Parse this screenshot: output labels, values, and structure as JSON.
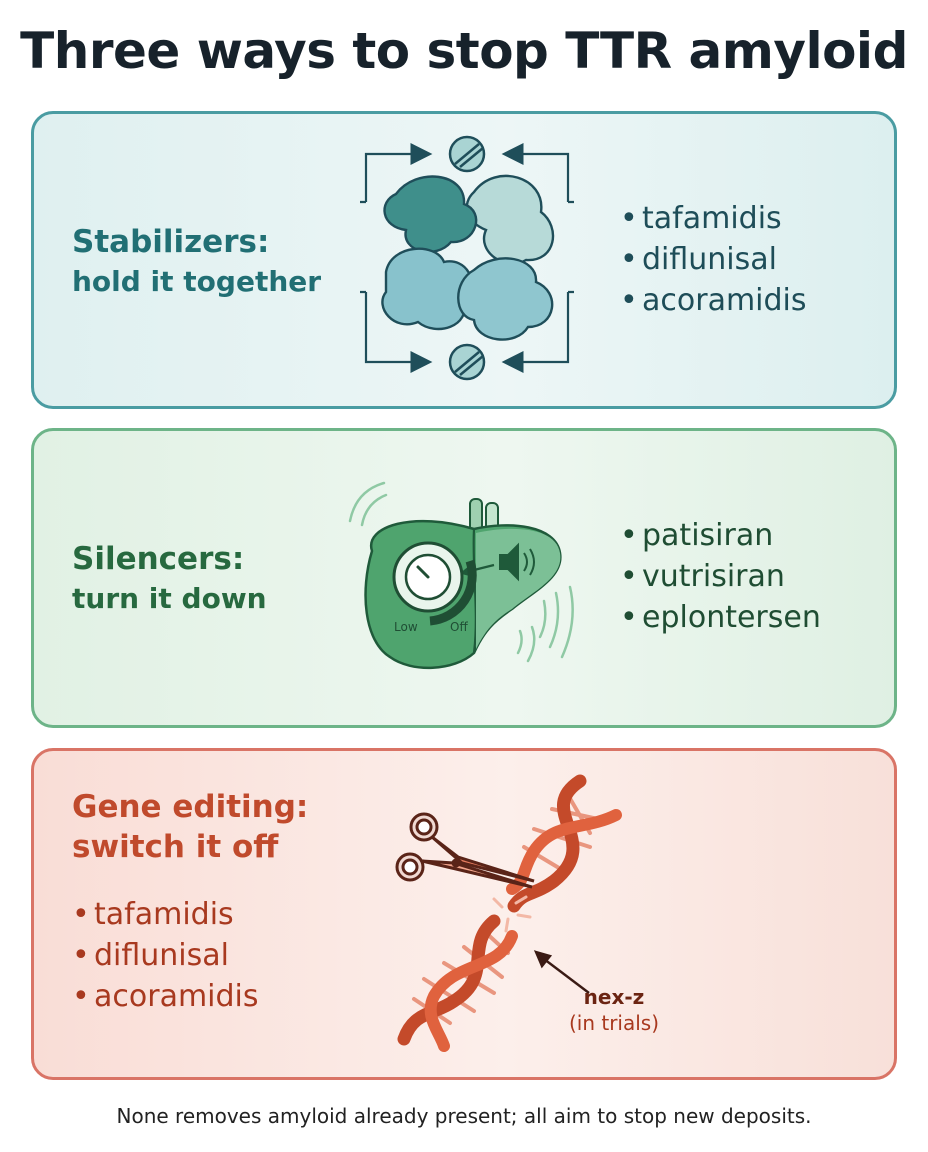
{
  "title": "Three ways to stop TTR amyloid",
  "panels": {
    "stabilizers": {
      "heading": "Stabilizers:",
      "subheading": "hold it together",
      "drugs": [
        "tafamidis",
        "diflunisal",
        "acoramidis"
      ],
      "icon": "ttr-tetramer-with-stabilizer-pills-icon",
      "accent": "#216f74"
    },
    "silencers": {
      "heading": "Silencers:",
      "subheading": "turn it down",
      "drugs": [
        "patisiran",
        "vutrisiran",
        "eplontersen"
      ],
      "icon": "liver-volume-dial-icon",
      "dial_labels": {
        "low": "Low",
        "off": "Off"
      },
      "accent": "#27693f"
    },
    "gene_editing": {
      "heading": "Gene editing:",
      "subheading": "switch it off",
      "drugs": [
        "tafamidis",
        "diflunisal",
        "acoramidis"
      ],
      "icon": "scissors-cutting-dna-icon",
      "callout": {
        "name": "nex-z",
        "note": "(in trials)"
      },
      "accent": "#c04a2c"
    }
  },
  "footnote": "None removes amyloid already present; all aim to stop new deposits."
}
